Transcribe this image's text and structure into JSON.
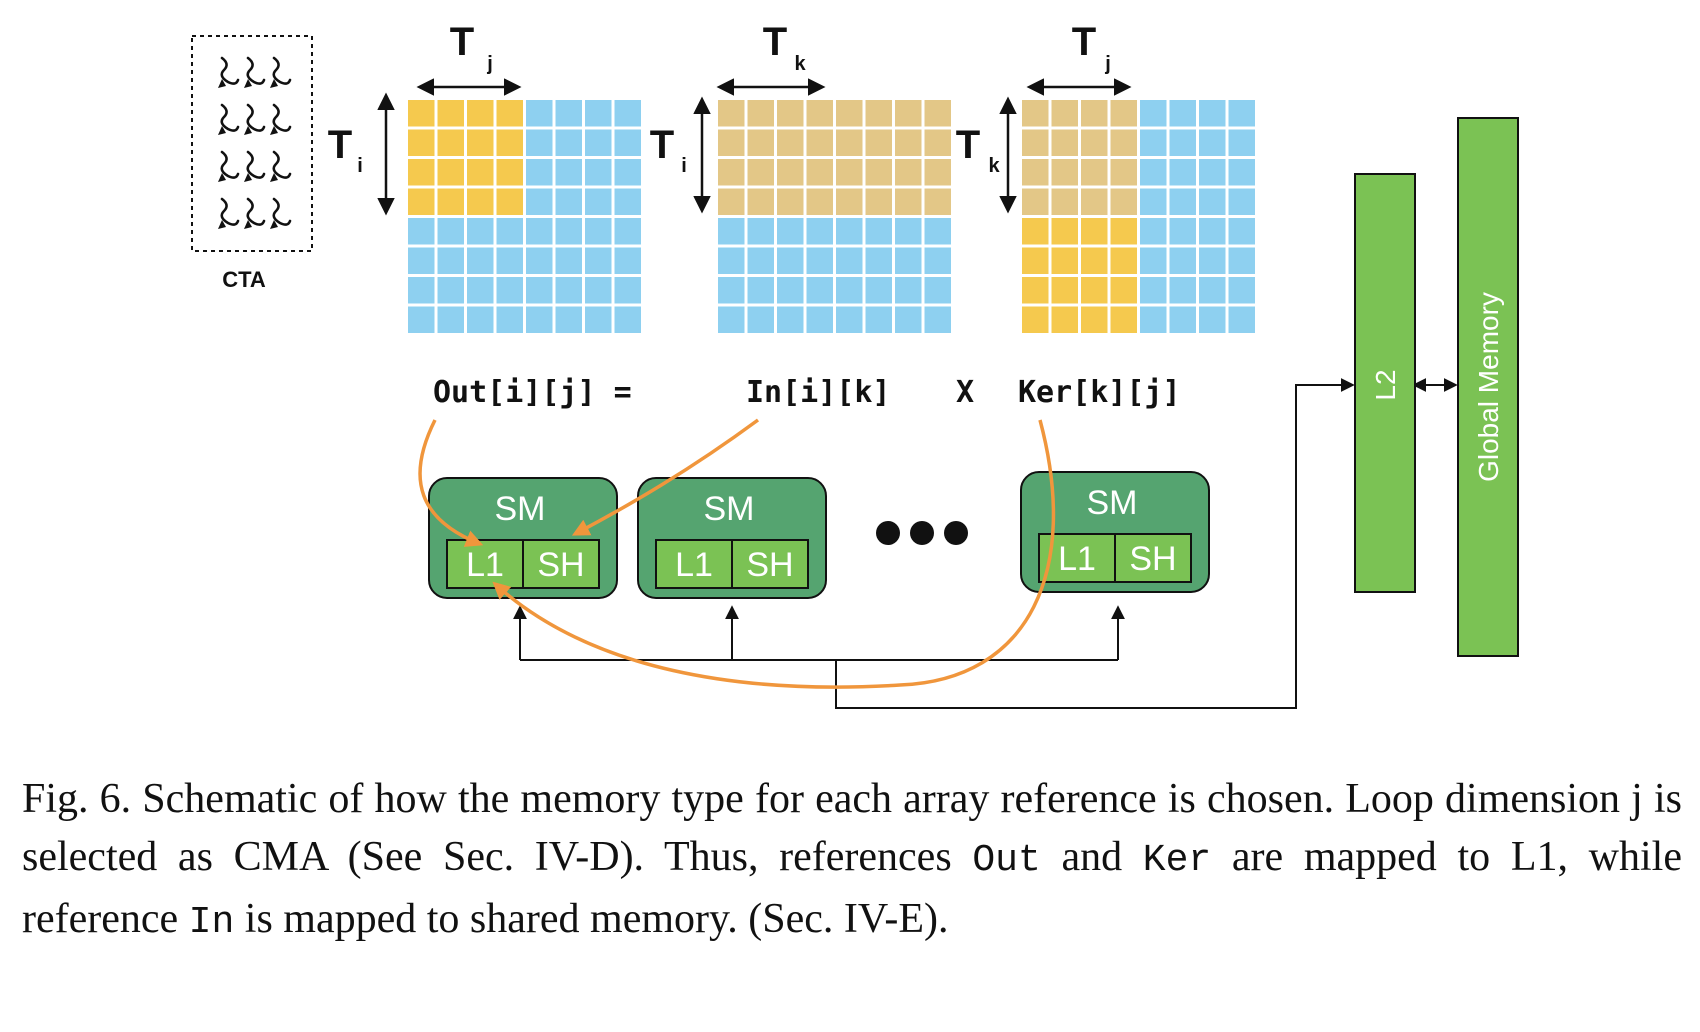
{
  "colors": {
    "tile_yellow": "#f5c94e",
    "tile_tan": "#e3c787",
    "tile_blue": "#8ed0f0",
    "sm_fill": "#55a470",
    "cache_fill": "#7bc254",
    "memory_fill": "#7bc254",
    "arrow_orange": "#f0963c"
  },
  "cta": {
    "label": "CTA"
  },
  "matrices": [
    {
      "name": "out",
      "top_label": "T",
      "top_sub": "j",
      "side_label": "T",
      "side_sub": "i",
      "pattern": "out"
    },
    {
      "name": "in",
      "top_label": "T",
      "top_sub": "k",
      "side_label": "T",
      "side_sub": "i",
      "pattern": "in"
    },
    {
      "name": "ker",
      "top_label": "T",
      "top_sub": "j",
      "side_label": "T",
      "side_sub": "k",
      "pattern": "ker"
    }
  ],
  "equation": {
    "out": "Out[i][j] =",
    "in": "In[i][k]",
    "times": "X",
    "ker": "Ker[k][j]"
  },
  "sms": [
    {
      "label": "SM",
      "l1": "L1",
      "sh": "SH"
    },
    {
      "label": "SM",
      "l1": "L1",
      "sh": "SH"
    },
    {
      "label": "SM",
      "l1": "L1",
      "sh": "SH"
    }
  ],
  "ellipsis_icon": "three-dots",
  "memory": {
    "l2": "L2",
    "global": "Global Memory"
  },
  "caption": {
    "p1": "Fig. 6.  Schematic of how the memory type for each array reference is chosen. Loop dimension j is selected as CMA (See Sec. IV-D). Thus, references ",
    "c1": "Out",
    "p2": " and ",
    "c2": "Ker",
    "p3": " are mapped to L1, while reference ",
    "c3": "In",
    "p4": " is mapped to shared memory. (Sec. IV-E)."
  }
}
